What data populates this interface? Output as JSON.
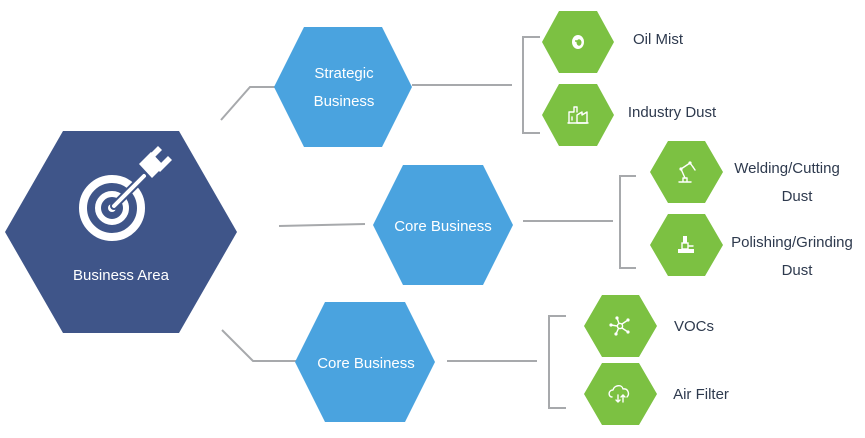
{
  "colors": {
    "root": "#3f5589",
    "branch": "#4aa3df",
    "leaf": "#7cc142",
    "connector": "#a7a9ac",
    "leaf_text": "#2e3a4e"
  },
  "root": {
    "label": "Business Area",
    "icon": "target-arrow-icon"
  },
  "branches": [
    {
      "label_lines": [
        "Strategic",
        "Business"
      ],
      "leaves": [
        {
          "label_lines": [
            "Oil Mist"
          ],
          "icon": "oil-drop-icon"
        },
        {
          "label_lines": [
            "Industry Dust"
          ],
          "icon": "factory-icon"
        }
      ]
    },
    {
      "label_lines": [
        "Core Business"
      ],
      "leaves": [
        {
          "label_lines": [
            "Welding/Cutting",
            "Dust"
          ],
          "icon": "robot-arm-icon"
        },
        {
          "label_lines": [
            "Polishing/Grinding",
            "Dust"
          ],
          "icon": "grinder-icon"
        }
      ]
    },
    {
      "label_lines": [
        "Core Business"
      ],
      "leaves": [
        {
          "label_lines": [
            "VOCs"
          ],
          "icon": "molecule-icon"
        },
        {
          "label_lines": [
            "Air Filter"
          ],
          "icon": "cloud-filter-icon"
        }
      ]
    }
  ]
}
